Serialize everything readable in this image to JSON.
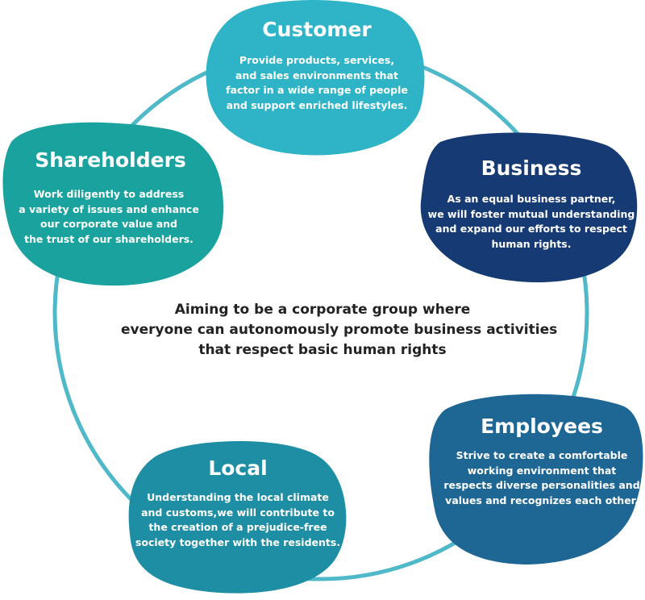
{
  "colors": {
    "ring": "#4fb8c9",
    "customer": "#2fb3c7",
    "shareholders": "#1aa39e",
    "business": "#163a73",
    "employees": "#1e6795",
    "local": "#1e8ea4",
    "center_text": "#222222"
  },
  "center": {
    "lines": [
      "Aiming to be a corporate group where",
      "everyone can autonomously promote business activities",
      "that respect basic human rights"
    ]
  },
  "stakeholders": {
    "customer": {
      "title": "Customer",
      "lines": [
        "Provide products, services,",
        "and sales environments that",
        "factor in a wide range of people",
        "and support enriched lifestyles."
      ]
    },
    "shareholders": {
      "title": "Shareholders",
      "lines": [
        "Work diligently to address",
        "a variety of issues and enhance",
        "our corporate value and",
        "the trust of our shareholders."
      ]
    },
    "business": {
      "title": "Business",
      "lines": [
        "As an equal business partner,",
        "we will foster mutual understanding",
        "and expand our efforts to respect",
        "human rights."
      ]
    },
    "employees": {
      "title": "Employees",
      "lines": [
        "Strive to create a comfortable",
        "working  environment that",
        "respects diverse personalities and",
        "values and recognizes each other."
      ]
    },
    "local": {
      "title": "Local",
      "lines": [
        "Understanding the local climate",
        "and customs,we will contribute to",
        "the creation of a prejudice-free",
        "society together with the residents."
      ]
    }
  }
}
